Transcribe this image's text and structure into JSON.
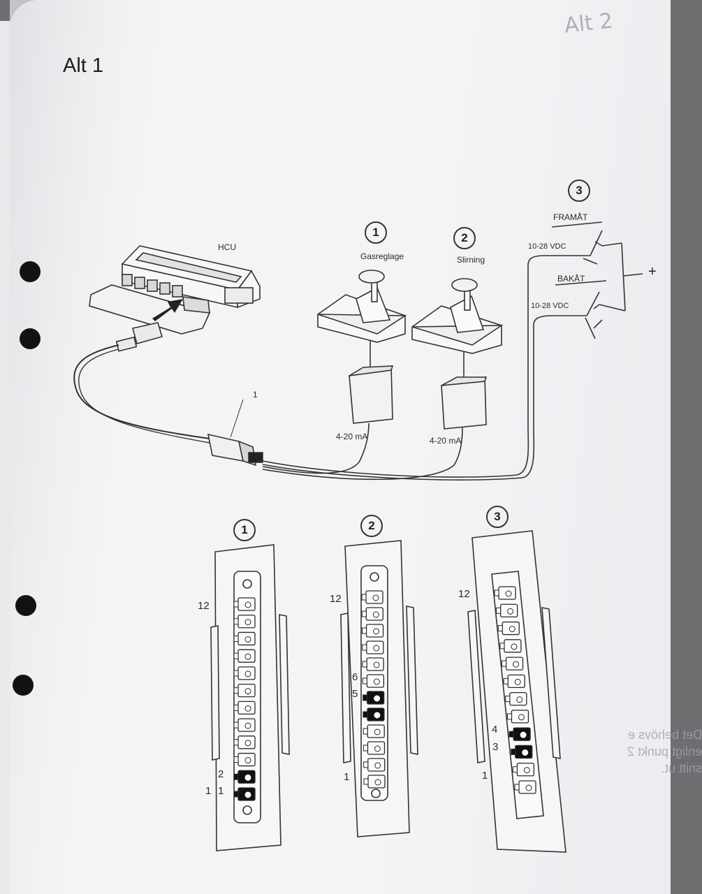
{
  "page": {
    "title": "Alt 1",
    "mirror_title": "Alt 2",
    "bleed_text": "Det behövs e\nenligt punkt 2\nsnitt ut."
  },
  "wiring": {
    "hcu_label": "HCU",
    "cable_callout": "1",
    "lever1": {
      "number": "1",
      "name": "Gasreglage",
      "signal": "4-20 mA"
    },
    "lever2": {
      "number": "2",
      "name": "Slirning",
      "signal": "4-20 mA"
    },
    "switches": {
      "number": "3",
      "forward_label": "FRAMÅT",
      "reverse_label": "BAKÅT",
      "voltage_forward": "10-28 VDC",
      "voltage_reverse": "10-28 VDC",
      "supply": "+"
    }
  },
  "connectors": [
    {
      "number": "1",
      "top_pin": "12",
      "bottom_pin": "1",
      "marked_pins": [
        "2",
        "1"
      ]
    },
    {
      "number": "2",
      "top_pin": "12",
      "bottom_pin": "1",
      "marked_pins": [
        "6",
        "5"
      ]
    },
    {
      "number": "3",
      "top_pin": "12",
      "bottom_pin": "1",
      "marked_pins": [
        "4",
        "3"
      ]
    }
  ],
  "colors": {
    "paper": "#f3f4f6",
    "ink": "#2a2a2a",
    "highlight_pin": "#111111"
  }
}
